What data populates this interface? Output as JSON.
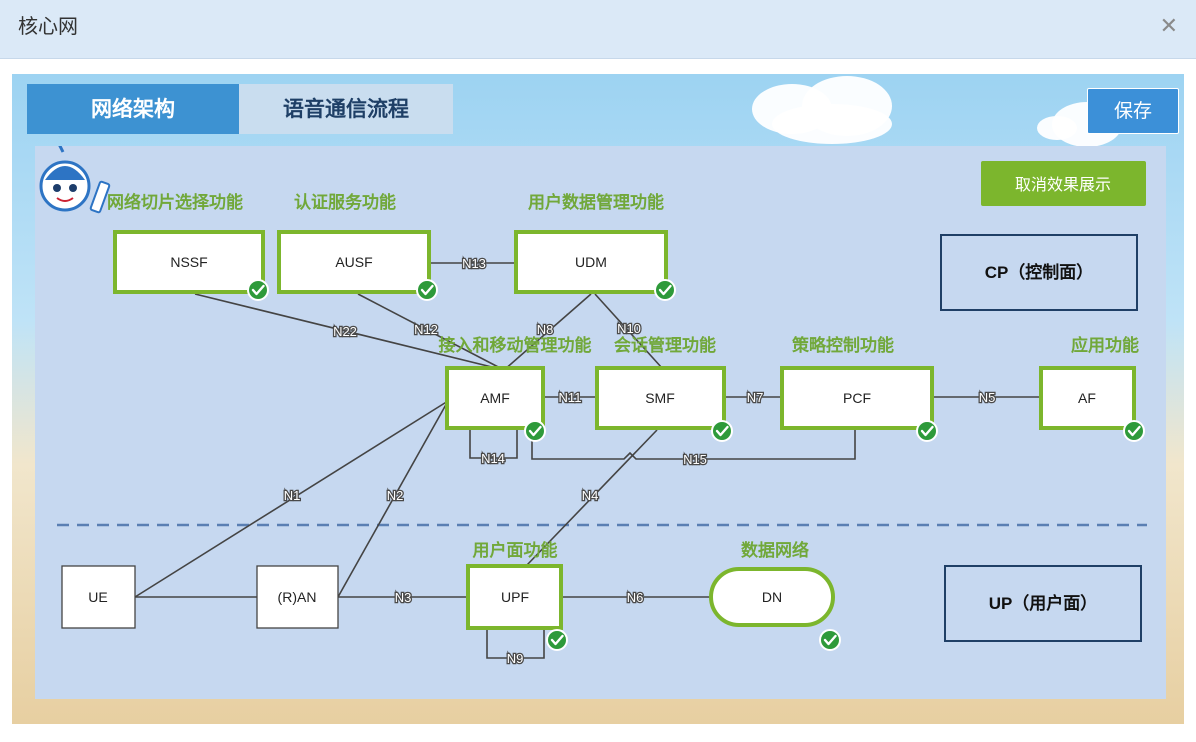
{
  "window": {
    "title": "核心网",
    "close_icon": "close-icon"
  },
  "tabs": [
    {
      "label": "网络架构",
      "active": true
    },
    {
      "label": "语音通信流程",
      "active": false
    }
  ],
  "save_button": "保存",
  "cancel_effect_button": "取消效果展示",
  "planes": {
    "cp": "CP（控制面）",
    "up": "UP（用户面）"
  },
  "colors": {
    "accent_green": "#7cb62d",
    "label_green": "#71a83a",
    "tab_blue": "#3d92d2",
    "panel": "#c6d8f0",
    "check_green": "#2e9a3a"
  },
  "nodes": {
    "nssf": {
      "label": "NSSF",
      "caption": "网络切片选择功能"
    },
    "ausf": {
      "label": "AUSF",
      "caption": "认证服务功能"
    },
    "udm": {
      "label": "UDM",
      "caption": "用户数据管理功能"
    },
    "amf": {
      "label": "AMF",
      "caption": "接入和移动管理功能"
    },
    "smf": {
      "label": "SMF",
      "caption": "会话管理功能"
    },
    "pcf": {
      "label": "PCF",
      "caption": "策略控制功能"
    },
    "af": {
      "label": "AF",
      "caption": "应用功能"
    },
    "ue": {
      "label": "UE"
    },
    "ran": {
      "label": "(R)AN"
    },
    "upf": {
      "label": "UPF",
      "caption": "用户面功能"
    },
    "dn": {
      "label": "DN",
      "caption": "数据网络"
    }
  },
  "links": {
    "n13": "N13",
    "n22": "N22",
    "n12": "N12",
    "n8": "N8",
    "n10": "N10",
    "n11": "N11",
    "n7": "N7",
    "n5": "N5",
    "n14": "N14",
    "n15": "N15",
    "n1": "N1",
    "n2": "N2",
    "n4": "N4",
    "n3": "N3",
    "n6": "N6",
    "n9": "N9"
  }
}
